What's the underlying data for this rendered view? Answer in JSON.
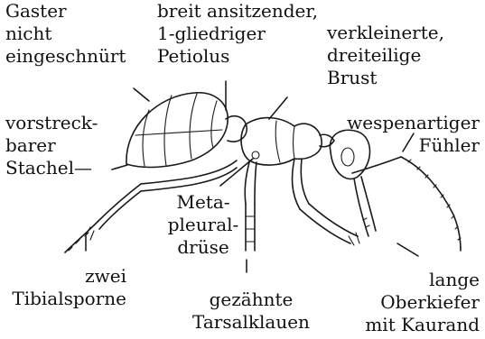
{
  "labels": {
    "gaster": [
      "Gaster",
      "nicht",
      "eingeschnürt"
    ],
    "petiolus": [
      "breit ansitzender,",
      "1-gliedriger",
      "Petiolus"
    ],
    "brust": [
      "verkleinerte,",
      "dreiteilige",
      "Brust"
    ],
    "stachel": [
      "vorstreck-",
      "barer",
      "Stachel—"
    ],
    "fuehler": [
      "wespenartiger",
      "Fühler"
    ],
    "druese": [
      "Meta-",
      "pleural-",
      "drüse"
    ],
    "tibialsporne": [
      "zwei",
      "Tibialsporne"
    ],
    "tarsalklauen": [
      "gezähnte",
      "Tarsalklauen"
    ],
    "oberkiefer": [
      "lange",
      "Oberkiefer",
      "mit Kaurand"
    ]
  }
}
